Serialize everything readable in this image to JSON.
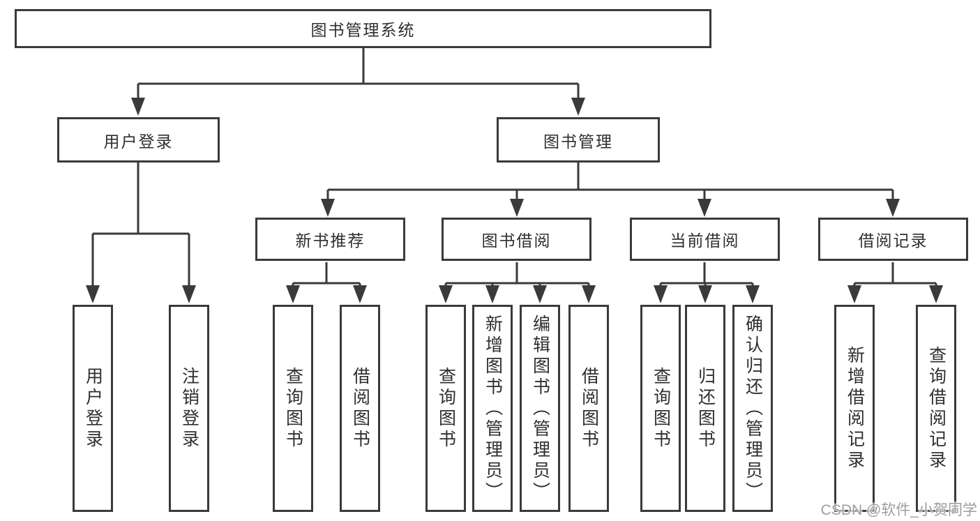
{
  "diagram_title": "图书管理系统",
  "tree": {
    "label": "图书管理系统",
    "children": [
      {
        "label": "用户登录",
        "children": [
          {
            "label": "用户登录"
          },
          {
            "label": "注销登录"
          }
        ]
      },
      {
        "label": "图书管理",
        "children": [
          {
            "label": "新书推荐",
            "children": [
              {
                "label": "查询图书"
              },
              {
                "label": "借阅图书"
              }
            ]
          },
          {
            "label": "图书借阅",
            "children": [
              {
                "label": "查询图书"
              },
              {
                "label": "新增图书（管理员）"
              },
              {
                "label": "编辑图书（管理员）"
              },
              {
                "label": "借阅图书"
              }
            ]
          },
          {
            "label": "当前借阅",
            "children": [
              {
                "label": "查询图书"
              },
              {
                "label": "归还图书"
              },
              {
                "label": "确认归还（管理员）"
              }
            ]
          },
          {
            "label": "借阅记录",
            "children": [
              {
                "label": "新增借阅记录"
              },
              {
                "label": "查询借阅记录"
              }
            ]
          }
        ]
      }
    ]
  },
  "watermark": "CSDN @软件_小贺同学",
  "colors": {
    "line": "#3a3a3a",
    "text": "#2f2f2f",
    "background": "#ffffff",
    "watermark": "#9d9d9d"
  }
}
